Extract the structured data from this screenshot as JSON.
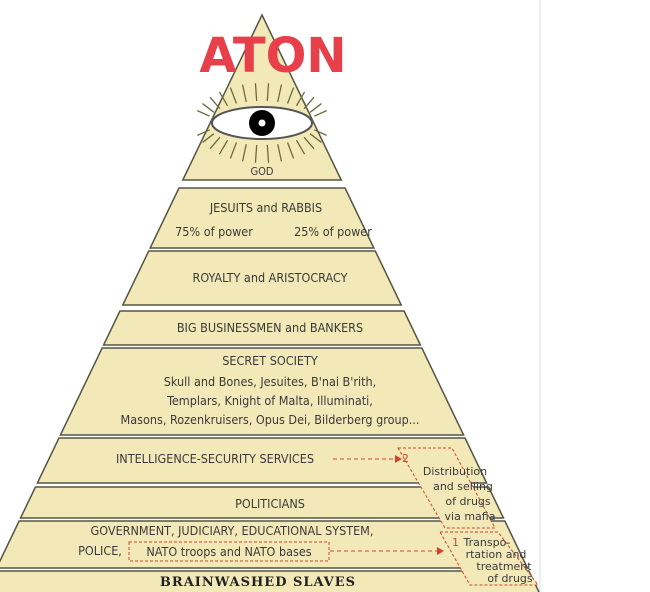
{
  "title": "ATON",
  "colors": {
    "title": "#e8404a",
    "band": "#f3e9b8",
    "stroke": "#555544",
    "arrow": "#d0452f"
  },
  "levels": {
    "god": "GOD",
    "jesuits": {
      "line1": "JESUITS  and  RABBIS",
      "left": "75% of power",
      "right": "25% of power"
    },
    "royalty": "ROYALTY and ARISTOCRACY",
    "business": "BIG BUSINESSMEN and BANKERS",
    "secret": {
      "line1": "SECRET SOCIETY",
      "line2": "Skull and Bones, Jesuites, B'nai B'rith,",
      "line3": "Templars, Knight of Malta, Illuminati,",
      "line4": "Masons, Rozenkruisers, Opus Dei, Bilderberg group..."
    },
    "intelligence": "INTELLIGENCE-SECURITY SERVICES",
    "politicians": "POLITICIANS",
    "government": {
      "line1": "GOVERNMENT, JUDICIARY, EDUCATIONAL SYSTEM,",
      "line2a": "POLICE,",
      "line2b": "NATO troops and NATO bases"
    },
    "slaves": "BRAINWASHED SLAVES"
  },
  "side": {
    "box2": {
      "num": "2",
      "lines": [
        "Distribution",
        "and selling",
        "of drugs",
        "via mafia"
      ]
    },
    "box1": {
      "num": "1",
      "lines": [
        "Transpo-",
        "rtation and",
        "treatment",
        "of drugs"
      ]
    }
  }
}
